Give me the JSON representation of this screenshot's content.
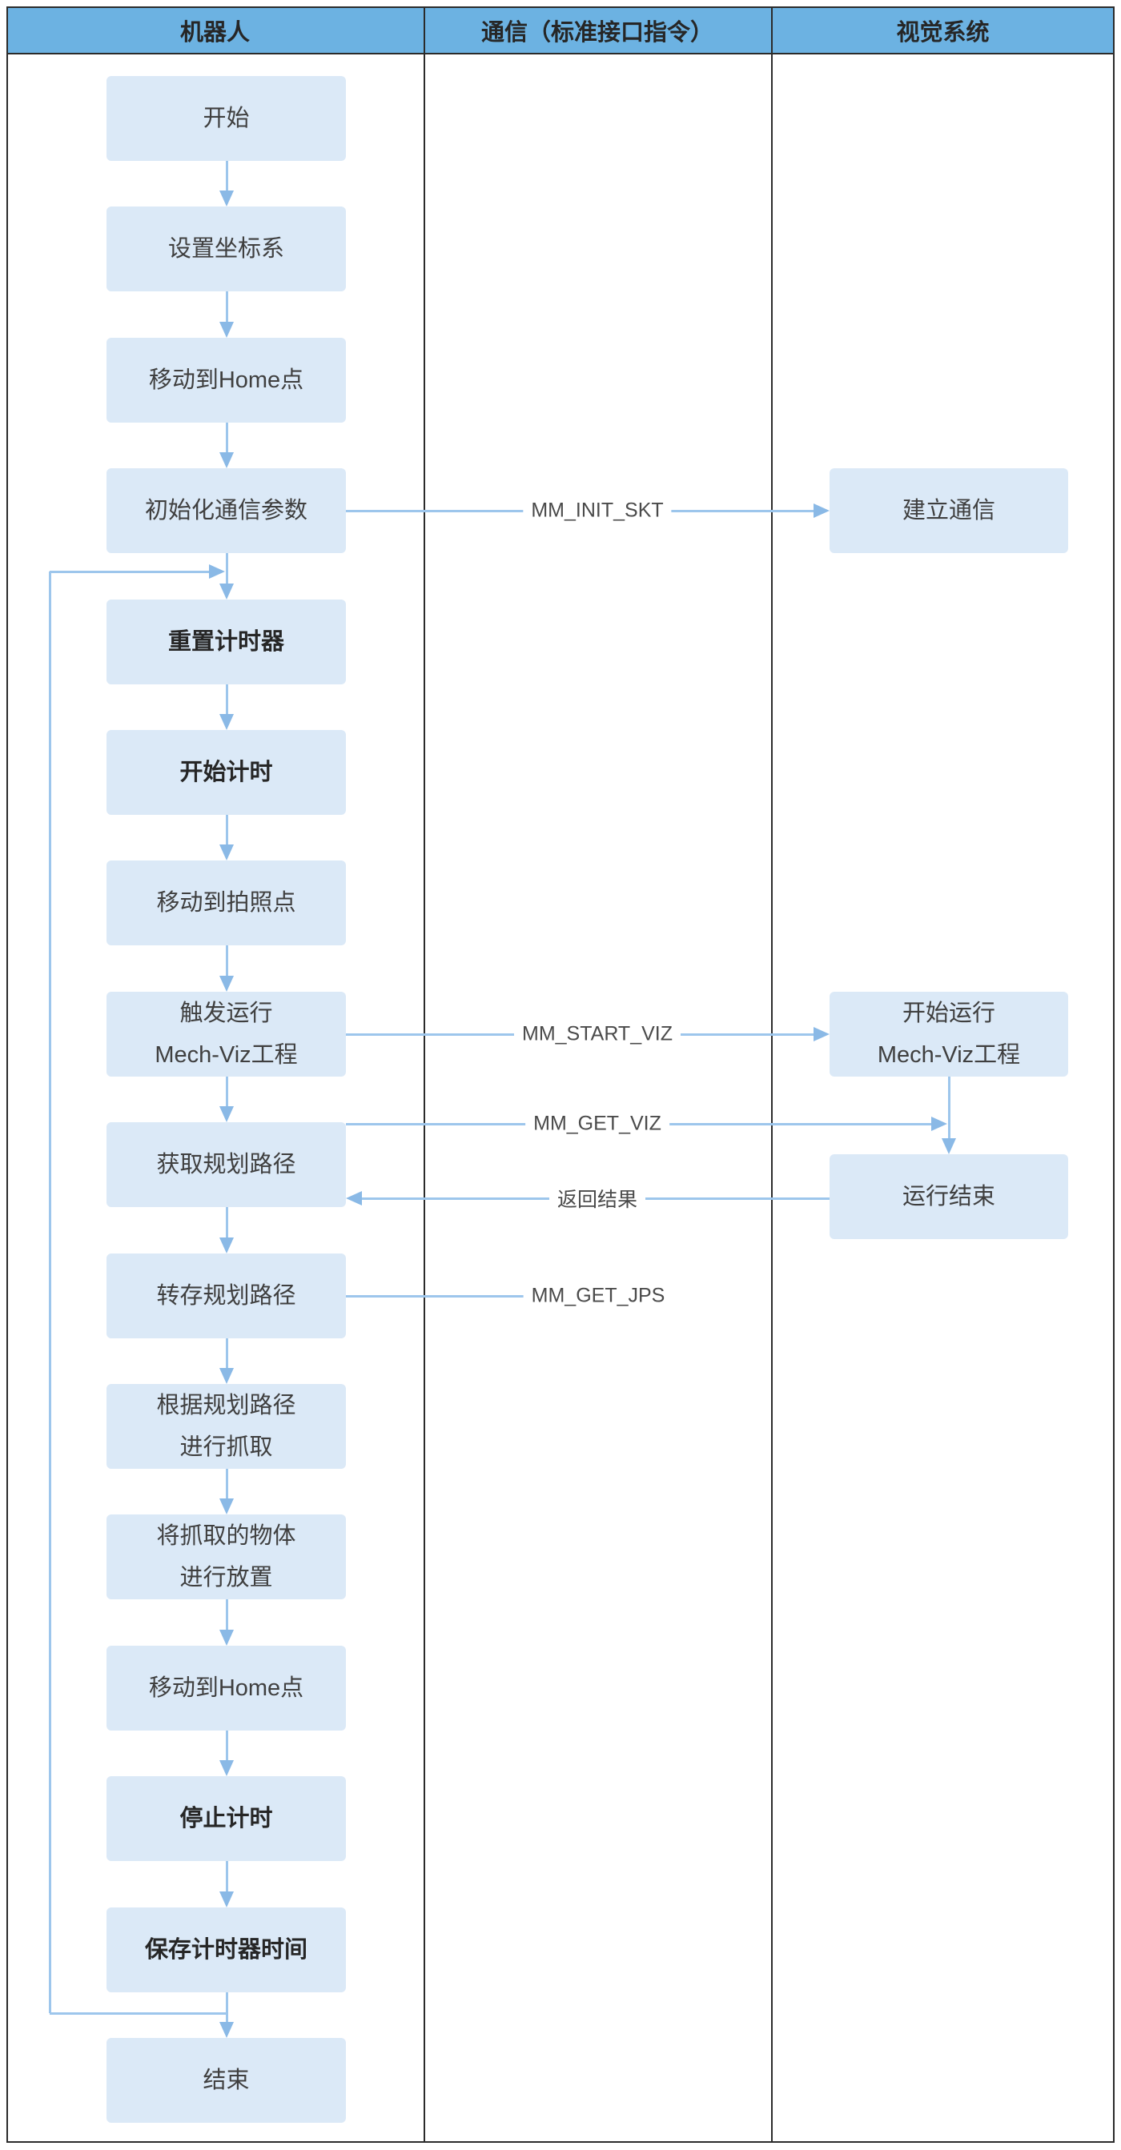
{
  "header": {
    "lanes": [
      {
        "label": "机器人"
      },
      {
        "label": "通信（标准接口指令）"
      },
      {
        "label": "视觉系统"
      }
    ]
  },
  "robot_lane": {
    "boxes": [
      {
        "label": "开始",
        "bold": false
      },
      {
        "label": "设置坐标系",
        "bold": false
      },
      {
        "label": "移动到Home点",
        "bold": false
      },
      {
        "label": "初始化通信参数",
        "bold": false
      },
      {
        "label": "重置计时器",
        "bold": true
      },
      {
        "label": "开始计时",
        "bold": true
      },
      {
        "label": "移动到拍照点",
        "bold": false
      },
      {
        "label": "触发运行\nMech-Viz工程",
        "bold": false
      },
      {
        "label": "获取规划路径",
        "bold": false
      },
      {
        "label": "转存规划路径",
        "bold": false
      },
      {
        "label": "根据规划路径\n进行抓取",
        "bold": false
      },
      {
        "label": "将抓取的物体\n进行放置",
        "bold": false
      },
      {
        "label": "移动到Home点",
        "bold": false
      },
      {
        "label": "停止计时",
        "bold": true
      },
      {
        "label": "保存计时器时间",
        "bold": true
      },
      {
        "label": "结束",
        "bold": false
      }
    ]
  },
  "comm_lane": {
    "messages": [
      {
        "label": "MM_INIT_SKT"
      },
      {
        "label": "MM_START_VIZ"
      },
      {
        "label": "MM_GET_VIZ"
      },
      {
        "label": "返回结果"
      },
      {
        "label": "MM_GET_JPS"
      }
    ]
  },
  "vision_lane": {
    "boxes": [
      {
        "label": "建立通信"
      },
      {
        "label": "开始运行\nMech-Viz工程"
      },
      {
        "label": "运行结束"
      }
    ]
  },
  "colors": {
    "header_fill": "#6cb2e2",
    "box_fill": "#dbe9f7",
    "arrow": "#9dc6ec",
    "grid_border": "#2b2b2b",
    "box_text": "#3f3f3f",
    "message_text": "#4a4a4a"
  }
}
